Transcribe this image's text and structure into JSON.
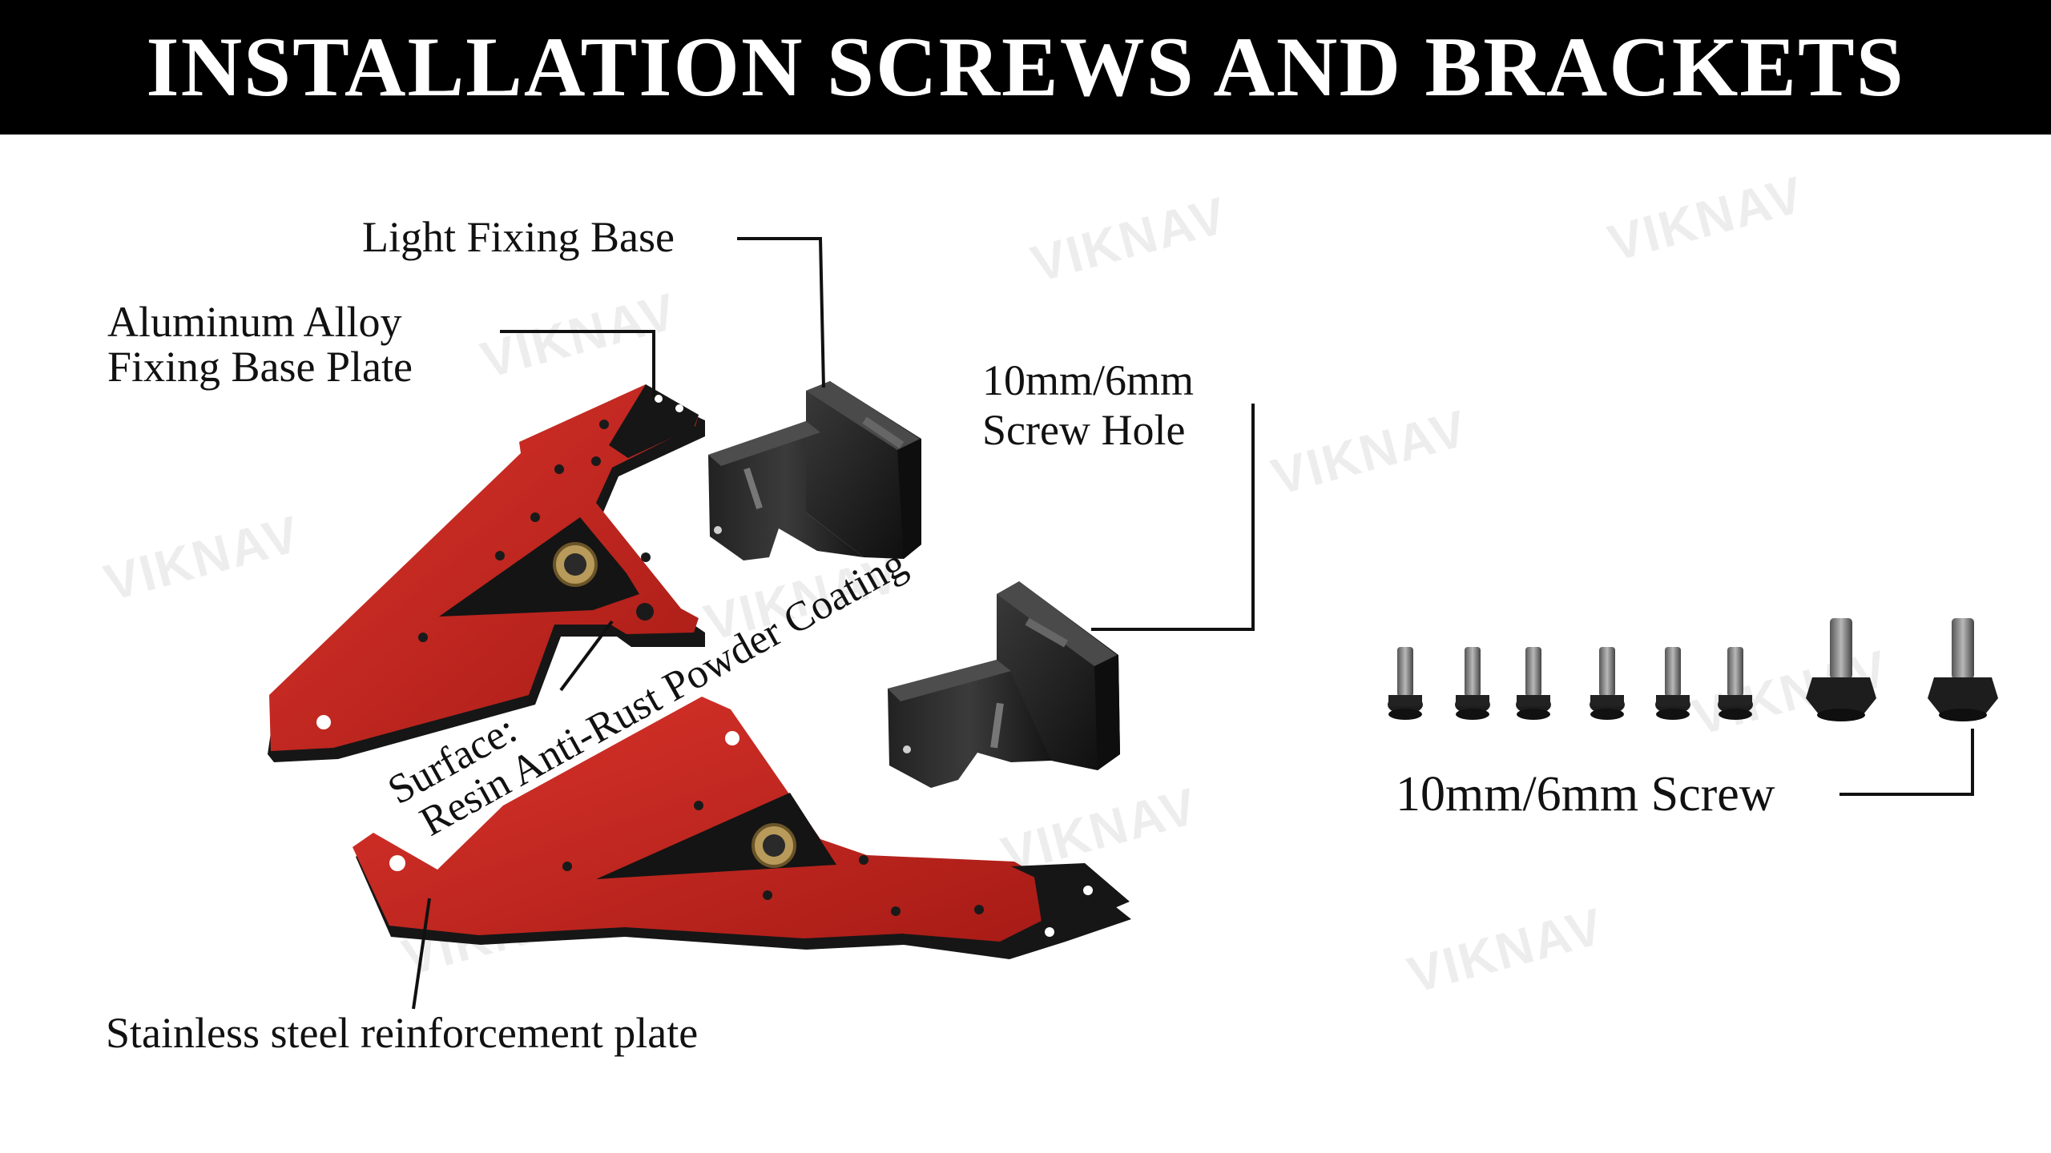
{
  "header": {
    "title": "INSTALLATION SCREWS AND BRACKETS"
  },
  "labels": {
    "light_fixing_base": "Light Fixing Base",
    "base_plate_line1": "Aluminum Alloy",
    "base_plate_line2": "Fixing Base Plate",
    "screw_hole_line1": "10mm/6mm",
    "screw_hole_line2": "Screw Hole",
    "surface_line1": "Surface:",
    "surface_line2": "Resin Anti-Rust Powder Coating",
    "reinforcement_plate": "Stainless steel reinforcement plate",
    "screw": "10mm/6mm Screw"
  },
  "watermark": "VIKNAV",
  "colors": {
    "header_bg": "#000000",
    "header_text": "#ffffff",
    "plate_red": "#c8261f",
    "part_black": "#1b1b1b"
  }
}
